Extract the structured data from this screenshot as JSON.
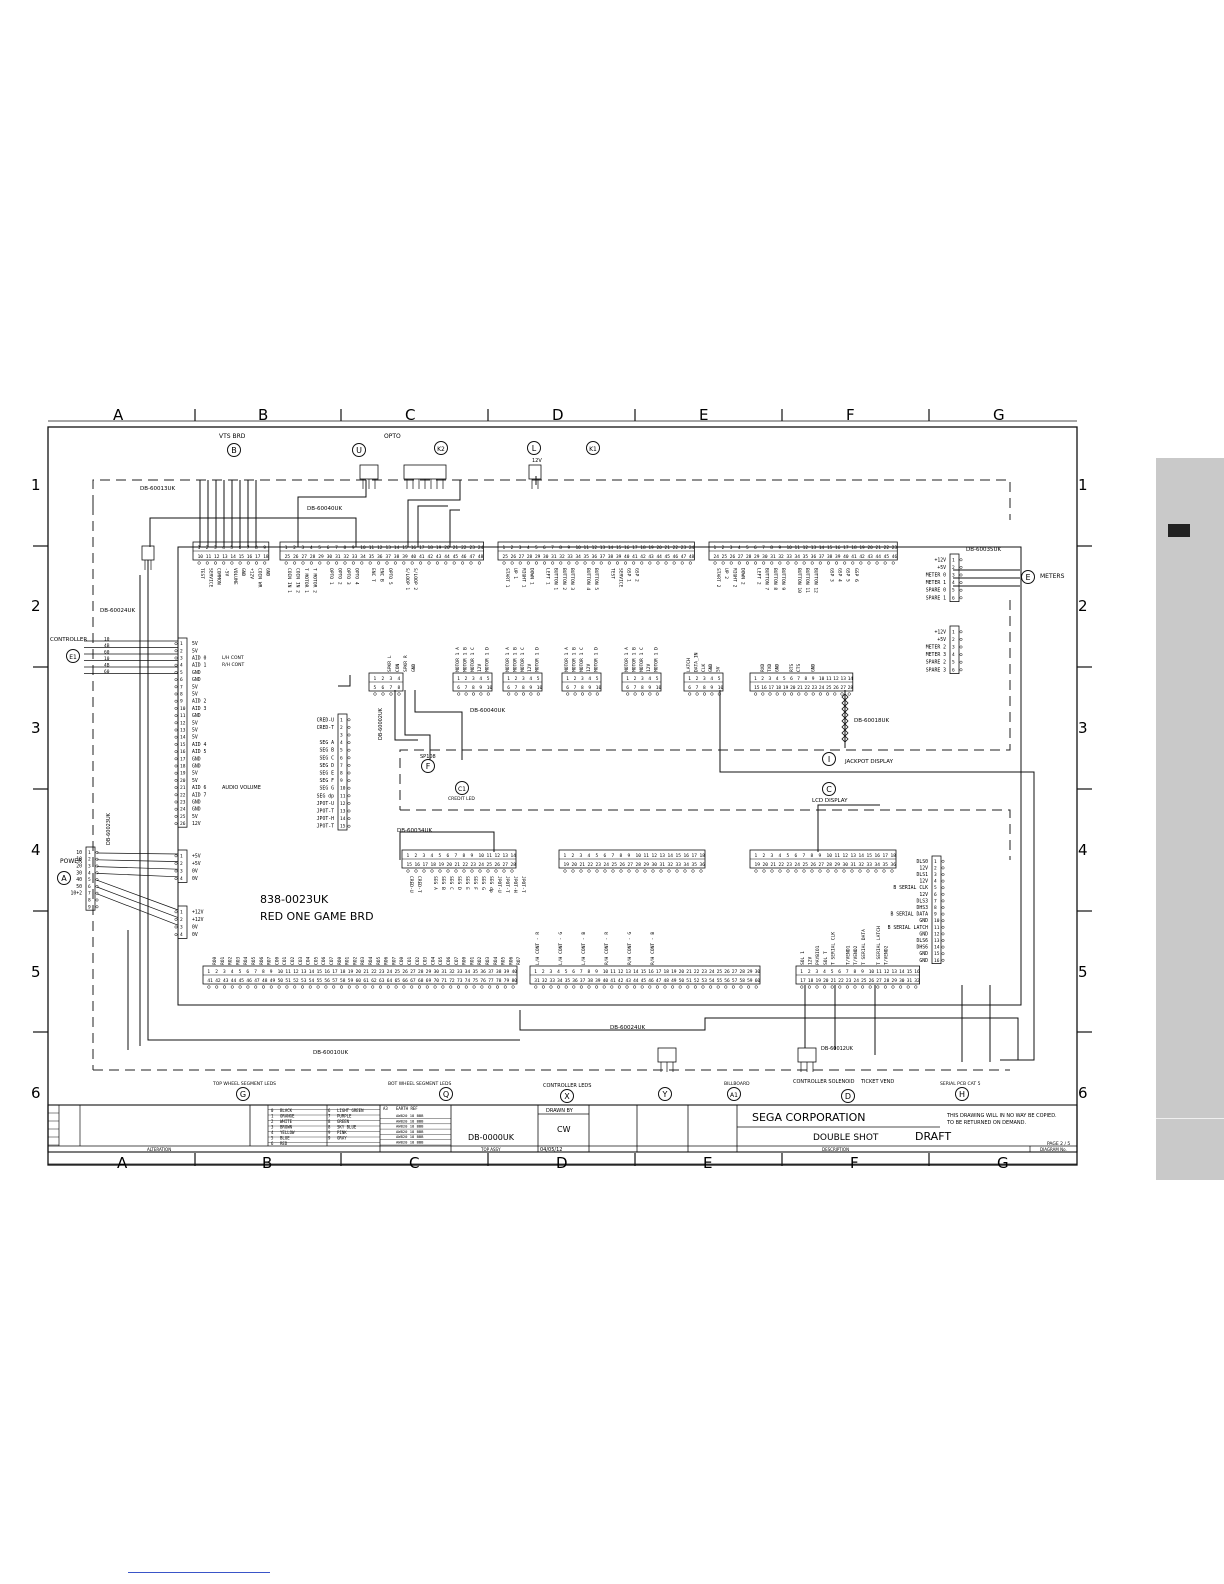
{
  "grid": {
    "columns": [
      "A",
      "B",
      "C",
      "D",
      "E",
      "F",
      "G"
    ],
    "rows": [
      "1",
      "2",
      "3",
      "4",
      "5",
      "6"
    ]
  },
  "labels": {
    "vts_brd": "VTS BRD",
    "opto": "OPTO",
    "v12": "12V",
    "meters": "METERS",
    "controller": "CONTROLLER",
    "power": "POWER",
    "board_part": "838-0023UK",
    "board_name": "RED ONE GAME BRD",
    "jackpot_display": "JACKPOT DISPLAY",
    "lcd_display": "LCD DISPLAY",
    "sp108": "SP108",
    "credit_led": "CREDIT LED",
    "audio_volume": "AUDIO VOLUME",
    "top_wheel_leds": "TOP WHEEL SEGMENT LEDS",
    "bot_wheel_leds": "BOT WHEEL SEGMENT LEDS",
    "controller_leds": "CONTROLLER LEDS",
    "billboard": "BILLBOARD",
    "controller_solenoid": "CONTROLLER SOLENOID",
    "ticket_vend": "TICKET VEND",
    "serial_pcb": "SERIAL PCB CAT 5"
  },
  "bubbles": {
    "B": "B",
    "U": "U",
    "K2": "K2",
    "L": "L",
    "K1": "K1",
    "E": "E",
    "E1": "E1",
    "A": "A",
    "F": "F",
    "C1": "C1",
    "I": "I",
    "C": "C",
    "G": "G",
    "Q": "Q",
    "X": "X",
    "Y": "Y",
    "A1": "A1",
    "D": "D",
    "H": "H"
  },
  "harness": {
    "db60013": "DB-60013UK",
    "db60040_top": "DB-60040UK",
    "db60024_left": "DB-60024UK",
    "db60035": "DB-60035UK",
    "db60040_mid": "DB-60040UK",
    "db60018": "DB-60018UK",
    "db60002": "DB-60002UK",
    "db60034": "DB-60034UK",
    "db60023": "DB-60023UK",
    "db60024_bottom": "DB-60024UK",
    "db60010": "DB-60010UK",
    "db60012": "DB-60012UK"
  },
  "pin_labels": {
    "top_left": [
      "TEST",
      "SERVICE",
      "COMMON",
      "-5V",
      "VOLUME",
      "GND",
      "+12V",
      "COIN WR",
      "GND"
    ],
    "top_c": [
      "COIN IN 1",
      "COIN IN 2",
      "T MOTOR 1",
      "T MOTOR 2",
      "",
      "OPTO 1",
      "OPTO 2",
      "OPTO 3",
      "OPTO 4",
      "",
      "ENC T",
      "ENC B",
      "OPTO 5",
      "",
      "S/LOOP 1",
      "S/LOOP 2"
    ],
    "top_d": [
      "START 1",
      "UP 1",
      "RIGHT 1",
      "DOWN 1",
      "",
      "LEFT 1",
      "BUTTON 1",
      "BUTTON 2",
      "BUTTON 3",
      "",
      "BUTTON 4",
      "BUTTON 5",
      "",
      "TEST",
      "SERVICE",
      "GSP 1",
      "GSP 2"
    ],
    "top_f": [
      "START 2",
      "UP 2",
      "RIGHT 2",
      "DOWN 2",
      "",
      "LEFT 2",
      "BUTTON 7",
      "BUTTON 8",
      "BUTTON 9",
      "",
      "BUTTON 10",
      "BUTTON 11",
      "BUTTON 12",
      "",
      "GSP 3",
      "GSP 4",
      "GSP 5",
      "GSP 6"
    ],
    "meters_a": [
      "+12V",
      "+5V",
      "METER 0",
      "METER 1",
      "SPARE 0",
      "SPARE 1"
    ],
    "meters_b": [
      "+12V",
      "+5V",
      "METER 2",
      "METER 3",
      "SPARE 2",
      "SPARE 3"
    ],
    "controller_left": [
      "5V",
      "5V",
      "AID 0",
      "AID 1",
      "GND",
      "GND",
      "5V",
      "5V",
      "AID 2",
      "AID 3",
      "GND",
      "5V",
      "5V",
      "5V",
      "AID 4",
      "AID 5",
      "GND",
      "GND",
      "5V",
      "5V",
      "AID 6",
      "AID 7",
      "GND",
      "GND",
      "5V",
      "12V"
    ],
    "controller_note1": "L/H CONT",
    "controller_note2": "R/H CONT",
    "left_wires": [
      "10",
      "4B",
      "60",
      "10",
      "4B",
      "60"
    ],
    "power_wires": [
      "10",
      "10",
      "20",
      "30",
      "40",
      "50",
      "10+2"
    ],
    "power_pins": [
      "+5V",
      "+5V",
      "0V",
      "0V"
    ],
    "power_pins2": [
      "+12V",
      "+12V",
      "0V",
      "0V"
    ],
    "mid_motor": [
      "MOTOR 1 A",
      "MOTOR 1 B",
      "MOTOR 1 C",
      "12V",
      "MOTOR 1 D"
    ],
    "mid_latch": [
      "LATCH",
      "DATA_IN",
      "CLK",
      "GND",
      "5V"
    ],
    "mid_jackpot": [
      "RXD",
      "TXD",
      "GND",
      "",
      "RTS",
      "CTS",
      "",
      "GND"
    ],
    "spkr": [
      "SPKR L",
      "CON",
      "SPKR R",
      "GND"
    ],
    "mid_left": [
      "CRED-U",
      "CRED-T",
      "",
      "SEG A",
      "SEG B",
      "SEG C",
      "SEG D",
      "SEG E",
      "SEG F",
      "SEG G",
      "SEG dp",
      "JPOT-U",
      "JPOT-T",
      "JPOT-H",
      "JPOT-T"
    ],
    "lower_c": [
      "CRED-U",
      "CRED-T",
      "",
      "SEG A",
      "SEG B",
      "SEG C",
      "SEG D",
      "SEG E",
      "SEG F",
      "SEG G",
      "SEG dp",
      "JPOT-U",
      "JPOT-T",
      "JPOT-H",
      "JPOT-T"
    ],
    "controller_leds": [
      "L/H CONT - R",
      "L/H CONT - G",
      "L/H CONT - B",
      "R/H CONT - R",
      "R/H CONT - G",
      "R/H CONT - B"
    ],
    "serial": [
      "SOL 1",
      "12V",
      "PAYBIO1",
      "SOL T",
      "T SERIAL CLK",
      "",
      "T/VEND1",
      "T/VEND2",
      "T SERIAL DATA",
      "",
      "T SERIAL LATCH",
      "T/VEND2"
    ],
    "serial_right": [
      "DLS0",
      "12V",
      "DLS1",
      "12V",
      "B SERIAL CLK",
      "12V",
      "DLS3",
      "DHS3",
      "B SERIAL DATA",
      "GND",
      "B SERIAL LATCH",
      "GND",
      "DLS6",
      "DHS6",
      "GND",
      "GND"
    ],
    "bottom_rows": [
      "RO0",
      "RO1",
      "RO2",
      "RO3",
      "RO4",
      "RO5",
      "RO6",
      "RO7",
      "CO0",
      "CO1",
      "CO2",
      "CO3",
      "CO4",
      "CO5",
      "CO6",
      "CO7"
    ]
  },
  "color_key": [
    {
      "num": "0",
      "name": "BLACK"
    },
    {
      "num": "1",
      "name": "ORANGE"
    },
    {
      "num": "2",
      "name": "WHITE"
    },
    {
      "num": "3",
      "name": "BROWN"
    },
    {
      "num": "4",
      "name": "YELLOW"
    },
    {
      "num": "5",
      "name": "BLUE"
    },
    {
      "num": "6",
      "name": "RED"
    },
    {
      "num": "6",
      "name": "LIGHT GREEN"
    },
    {
      "num": "7",
      "name": "PURPLE"
    },
    {
      "num": "8",
      "name": "GREEN"
    },
    {
      "num": "8",
      "name": "SKY BLUE"
    },
    {
      "num": "9",
      "name": "PINK"
    },
    {
      "num": "9",
      "name": "GRAY"
    }
  ],
  "earth_ref": {
    "header1": "A3",
    "header2": "EARTH REF",
    "rows": [
      "AW820 18 BBB",
      "AW820 18 BBB",
      "AW820 18 BBB",
      "AW820 18 BBB",
      "AW820 18 BBB",
      "AW820 18 BBB"
    ]
  },
  "title_block": {
    "alteration": "ALTERATION",
    "top_assy": "TOP ASSY",
    "assembly": "DB-0000UK",
    "drawn_by_label": "DRAWN BY",
    "drawn_by": "CW",
    "date": "04/05/12",
    "description_label": "DESCRIPTION",
    "company": "SEGA CORPORATION",
    "product": "DOUBLE SHOT",
    "status": "DRAFT",
    "notice1": "THIS DRAWING WILL IN NO WAY BE COPIED.",
    "notice2": "TO BE RETURNED ON DEMAND.",
    "page": "PAGE 2 / 5",
    "diagram_no": "DIAGRAM No."
  }
}
